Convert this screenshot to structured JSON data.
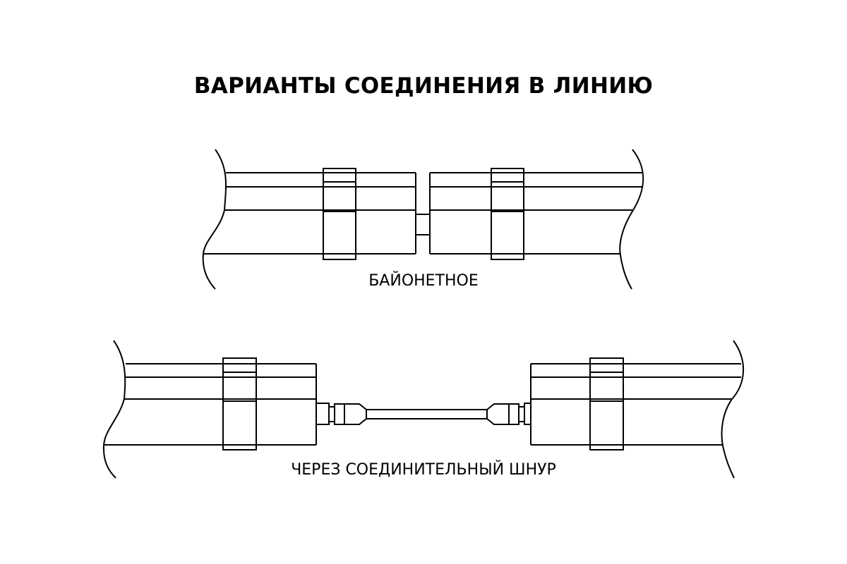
{
  "title": "ВАРИАНТЫ СОЕДИНЕНИЯ В ЛИНИЮ",
  "variants": [
    {
      "caption": "БАЙОНЕТНОЕ"
    },
    {
      "caption": "ЧЕРЕЗ СОЕДИНИТЕЛЬНЫЙ ШНУР"
    }
  ]
}
